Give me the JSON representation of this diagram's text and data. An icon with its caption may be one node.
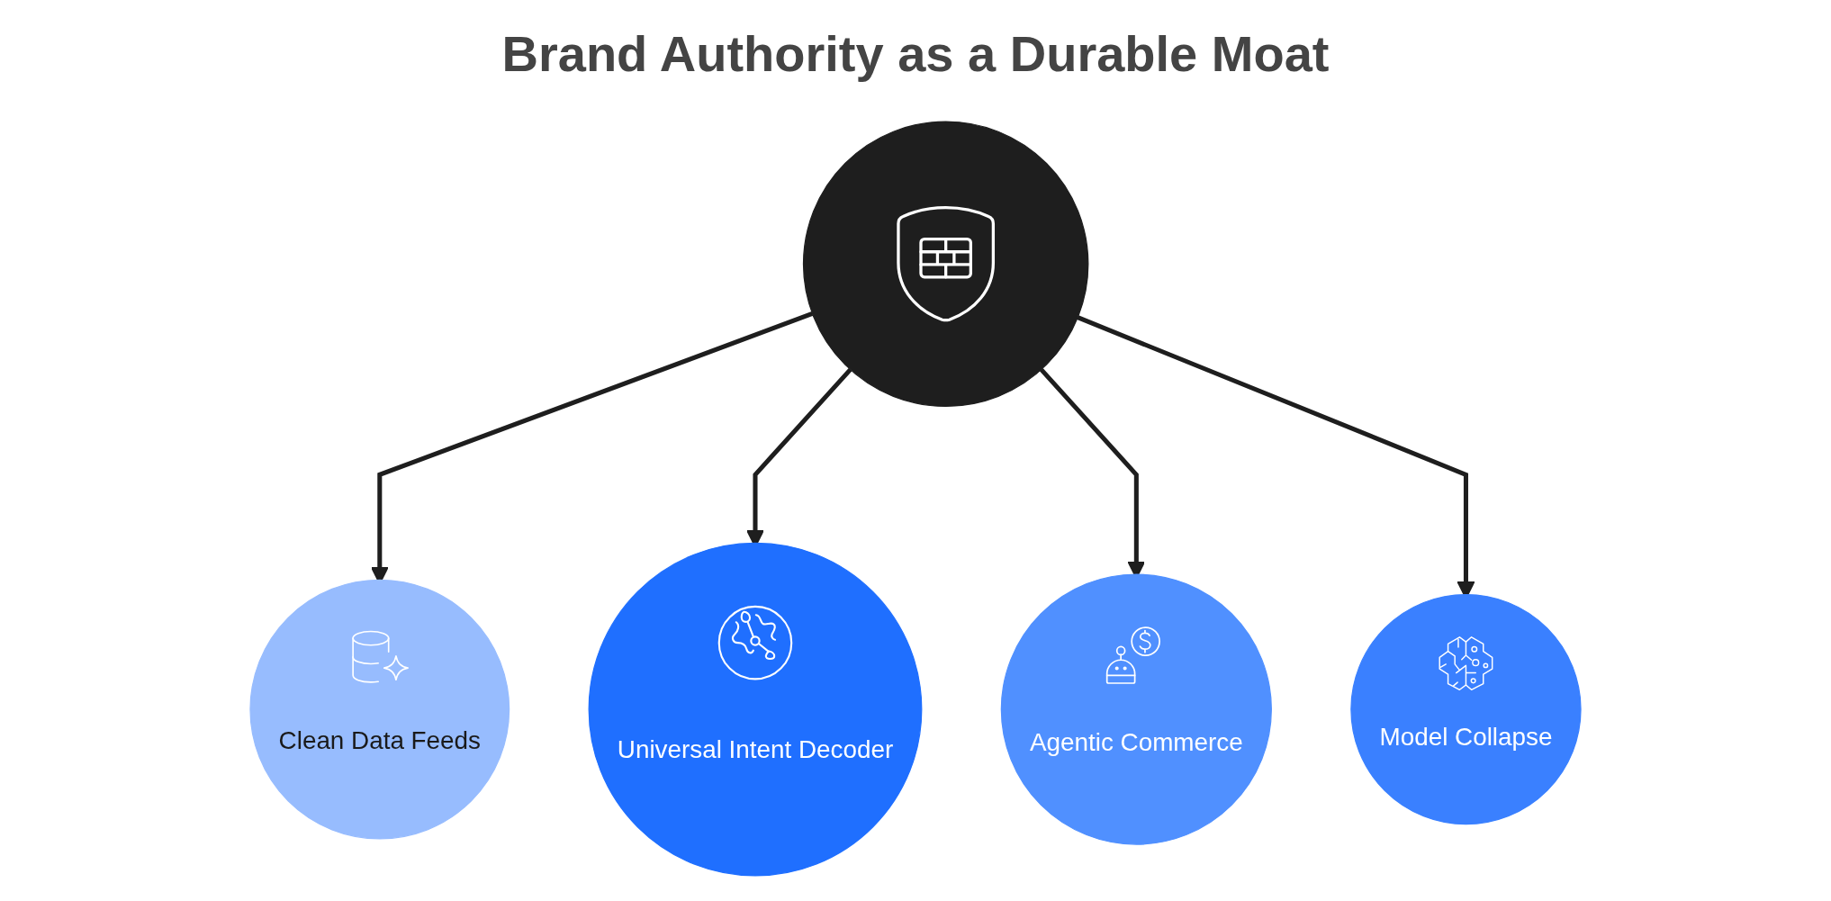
{
  "diagram": {
    "title": "Brand Authority as a Durable Moat",
    "nodes": [
      {
        "text": [
          "Clean Data Feeds"
        ]
      },
      {
        "text": [
          "Universal Intent Decoder"
        ]
      },
      {
        "text": [],
        "shape": "circle"
      },
      {
        "text": [
          "Agentic Commerce"
        ]
      },
      {
        "text": [
          "Model Collapse"
        ]
      }
    ],
    "edges": [
      {
        "from": 2,
        "to": 0,
        "arrow": "to"
      },
      {
        "from": 2,
        "to": 1,
        "arrow": "to"
      },
      {
        "from": 2,
        "to": 3,
        "arrow": "to"
      },
      {
        "from": 2,
        "to": 4,
        "arrow": "to"
      }
    ]
  }
}
